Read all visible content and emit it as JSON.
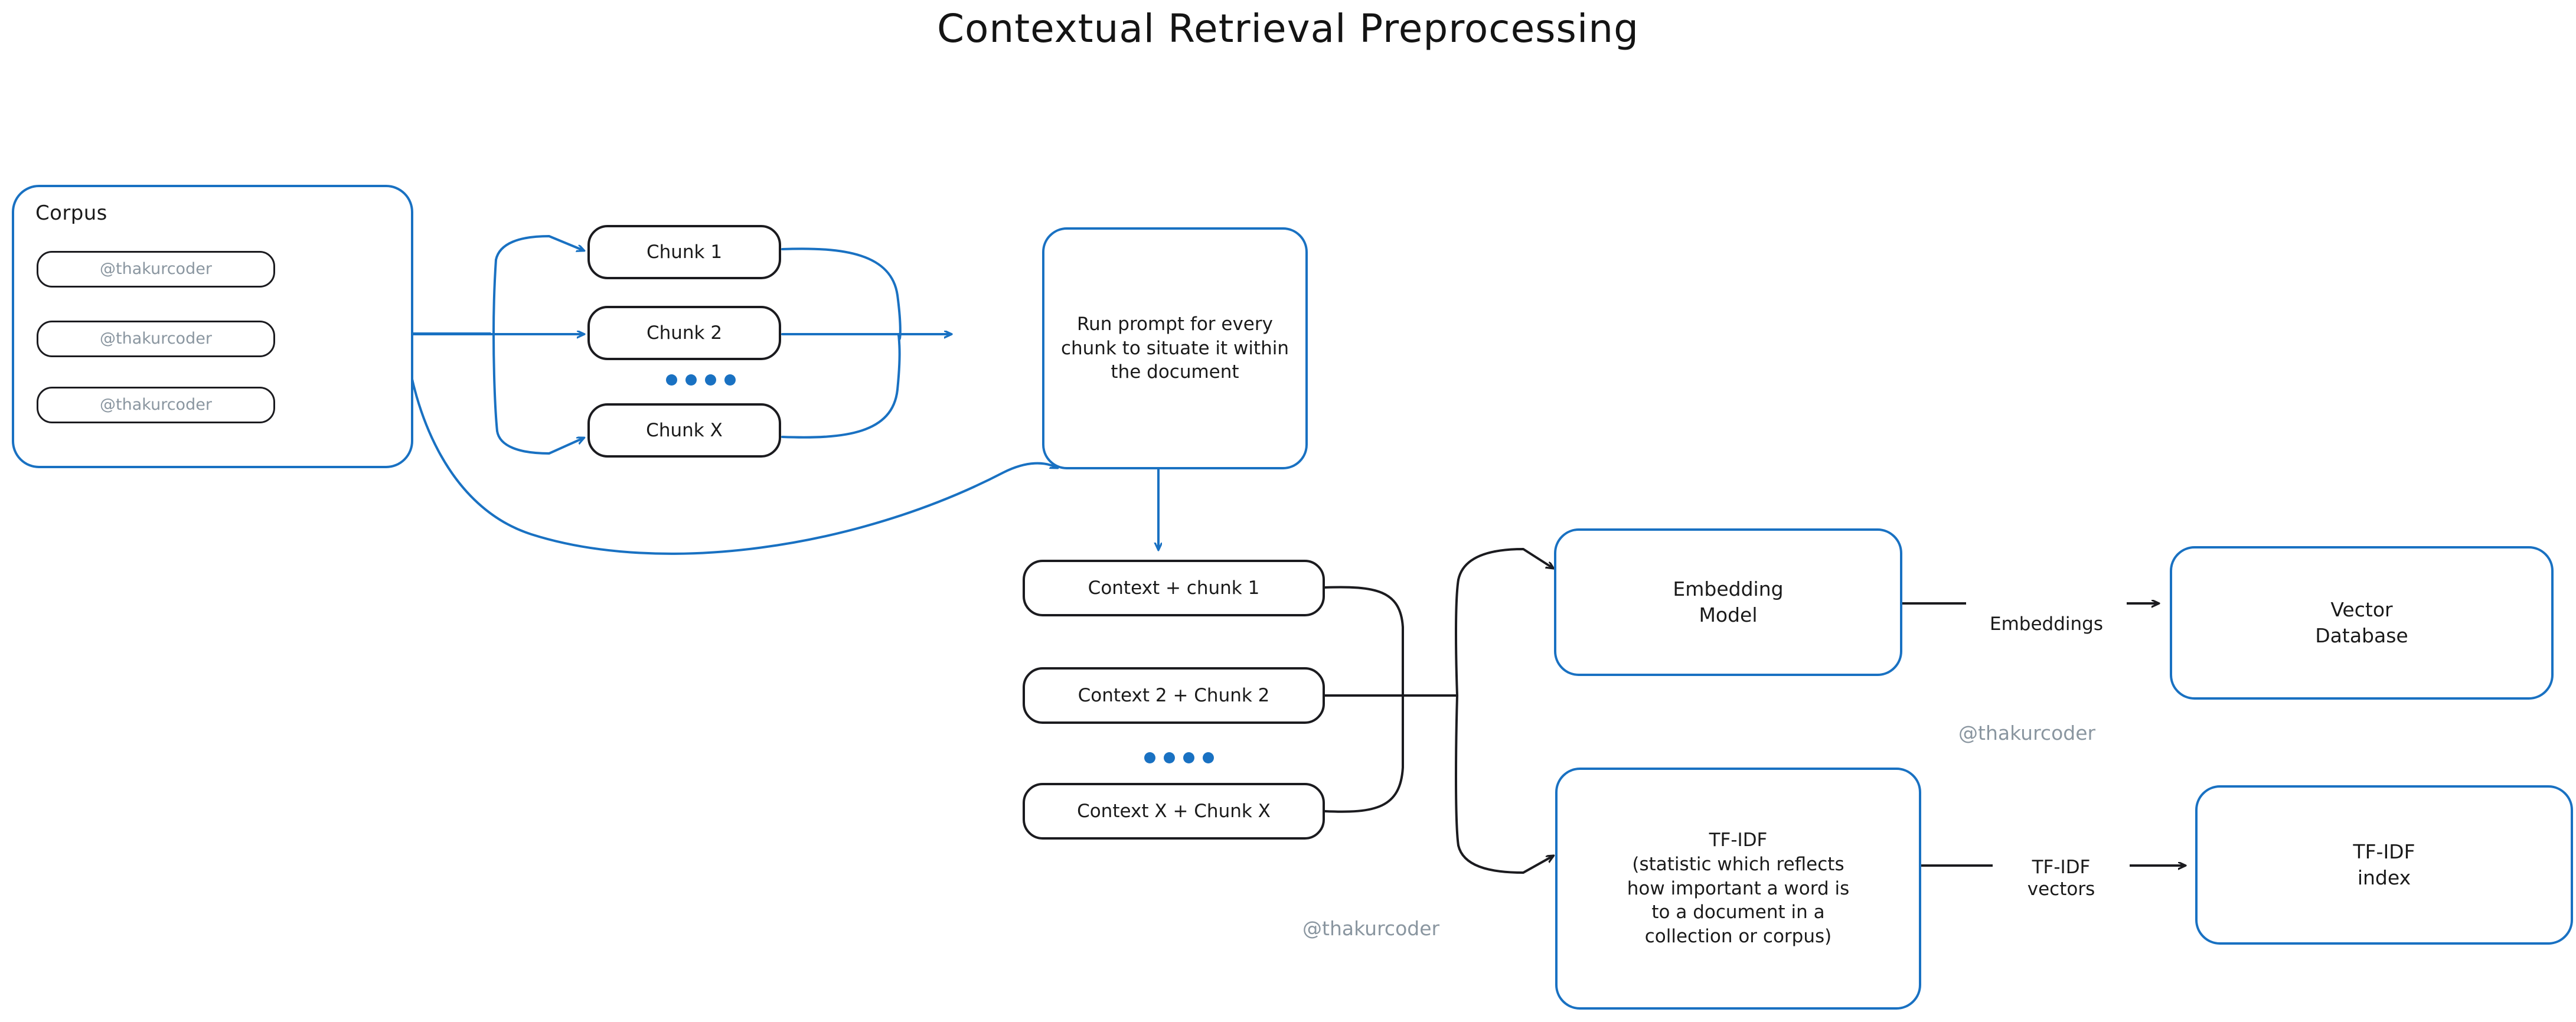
{
  "title": "Contextual Retrieval Preprocessing",
  "colors": {
    "blue": "#1971c2",
    "dark": "#1b1b1f",
    "watermark": "#8a96a0",
    "background": "#ffffff"
  },
  "corpus": {
    "label": "Corpus",
    "documents": [
      "@thakurcoder",
      "@thakurcoder",
      "@thakurcoder"
    ]
  },
  "chunks": {
    "items": [
      "Chunk 1",
      "Chunk 2",
      "Chunk X"
    ],
    "ellipsis_dots": 4
  },
  "prompt_node": {
    "label": "Run prompt for every chunk to situate it within the document"
  },
  "context_chunks": {
    "items": [
      "Context + chunk 1",
      "Context 2 + Chunk 2",
      "Context X + Chunk X"
    ],
    "ellipsis_dots": 4
  },
  "embedding": {
    "label": "Embedding\nModel"
  },
  "vector_db": {
    "label": "Vector\nDatabase"
  },
  "tfidf": {
    "label": "TF-IDF\n(statistic which reflects\nhow important a word is\nto a document in a\ncollection or corpus)"
  },
  "tfidf_index": {
    "label": "TF-IDF\nindex"
  },
  "edge_labels": {
    "embeddings": "Embeddings",
    "tfidf_vectors": "TF-IDF\nvectors"
  },
  "watermarks": [
    "@thakurcoder",
    "@thakurcoder"
  ]
}
